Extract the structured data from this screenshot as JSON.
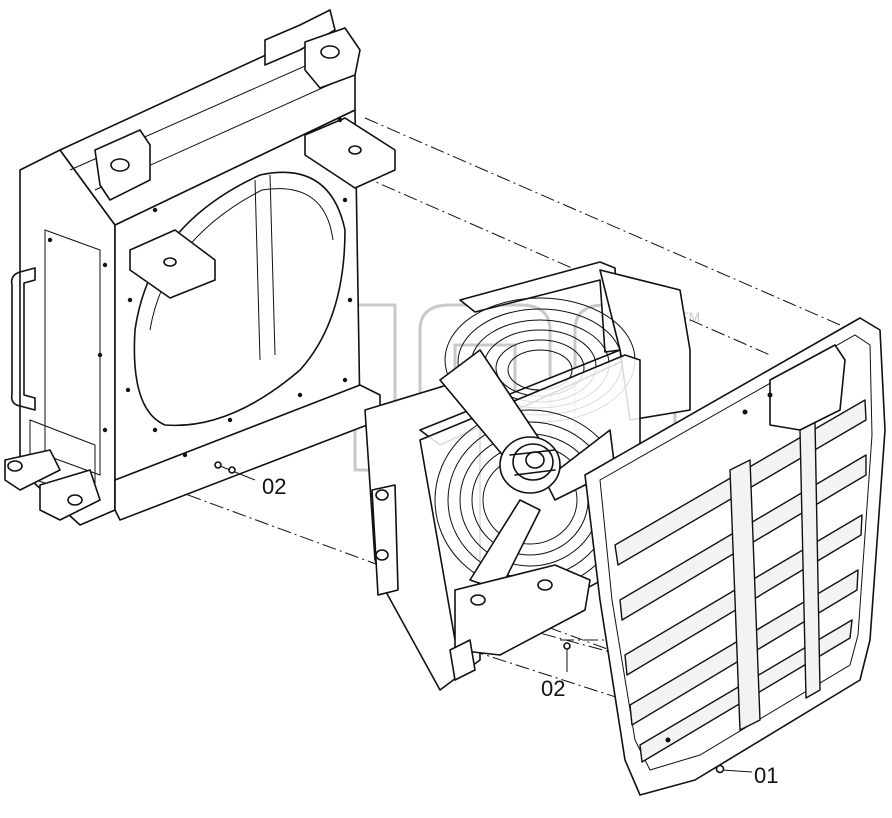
{
  "diagram": {
    "callouts": [
      {
        "id": "part-01",
        "label": "01"
      },
      {
        "id": "part-02-a",
        "label": "02"
      },
      {
        "id": "part-02-b",
        "label": "02"
      }
    ],
    "watermark": {
      "mark": "TM"
    }
  }
}
